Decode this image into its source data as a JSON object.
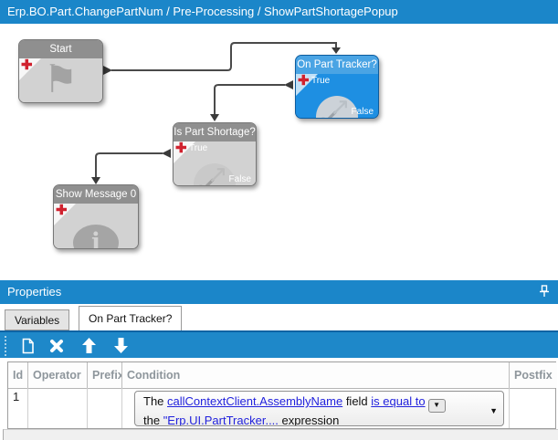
{
  "titlebar": {
    "text": "Erp.BO.Part.ChangePartNum / Pre-Processing / ShowPartShortagePopup"
  },
  "colors": {
    "accent_blue": "#1b86c9",
    "selected_node_blue": "#1e8fe2",
    "node_gray": "#d2d2d2",
    "link_blue": "#2222dd",
    "plus_red": "#d0222f"
  },
  "workflow": {
    "nodes": [
      {
        "label": "Start",
        "type": "start",
        "icon": "flag-icon"
      },
      {
        "label": "On Part Tracker?",
        "type": "condition",
        "selected": true,
        "icon": "condition-arrows-icon",
        "ports": {
          "true": "True",
          "false": "False"
        }
      },
      {
        "label": "Is Part Shortage?",
        "type": "condition",
        "selected": false,
        "icon": "condition-arrows-icon",
        "ports": {
          "true": "True",
          "false": "False"
        }
      },
      {
        "label": "Show Message 0",
        "type": "message",
        "icon": "info-bubble-icon"
      }
    ],
    "connections": [
      {
        "from": "Start",
        "to": "On Part Tracker?"
      },
      {
        "from": "On Part Tracker? (True)",
        "to": "Is Part Shortage?"
      },
      {
        "from": "Is Part Shortage? (True)",
        "to": "Show Message 0"
      }
    ]
  },
  "properties_panel": {
    "title": "Properties",
    "pin": "pin-icon",
    "tabs": [
      {
        "label": "Variables",
        "active": false
      },
      {
        "label": "On Part Tracker?",
        "active": true
      }
    ],
    "toolbar": {
      "buttons": [
        {
          "icon": "new-document-icon"
        },
        {
          "icon": "delete-icon"
        },
        {
          "icon": "move-up-icon"
        },
        {
          "icon": "move-down-icon"
        }
      ]
    },
    "grid": {
      "columns": [
        "Id",
        "Operator",
        "Prefix",
        "Condition",
        "Postfix"
      ],
      "rows": [
        {
          "id": "1",
          "operator": "",
          "prefix": "",
          "postfix": "",
          "condition": {
            "line1": [
              {
                "text": "The "
              },
              {
                "text": "callContextClient.AssemblyName",
                "link": true
              },
              {
                "text": " field "
              },
              {
                "text": "is equal to",
                "link": true
              }
            ],
            "combo_icon": "dropdown-circle-icon",
            "dropdown_icon": "dropdown-arrow-icon",
            "line2": [
              {
                "text": "the "
              },
              {
                "text": "\"Erp.UI.PartTracker....",
                "link": true
              },
              {
                "text": " expression"
              }
            ]
          }
        }
      ]
    }
  }
}
